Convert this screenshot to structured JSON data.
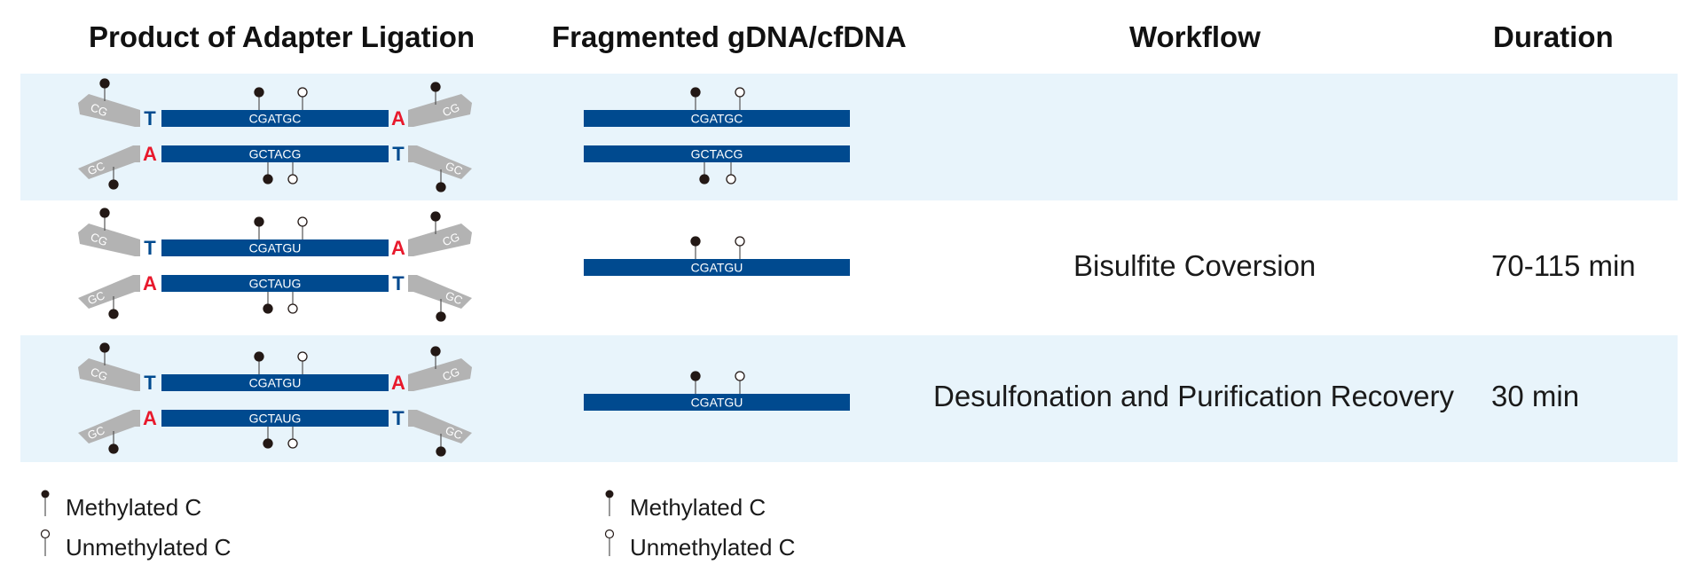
{
  "headers": {
    "product": "Product of Adapter Ligation",
    "fragmented": "Fragmented gDNA/cfDNA",
    "workflow": "Workflow",
    "duration": "Duration"
  },
  "rows": [
    {
      "workflow": "",
      "duration": "",
      "product": {
        "top_seq": "CGATGC",
        "bottom_seq": "GCTACG",
        "top_left_base": "T",
        "top_right_base": "A",
        "bottom_left_base": "A",
        "bottom_right_base": "T",
        "top_left_adapter": "CG",
        "top_right_adapter": "CG",
        "bottom_left_adapter": "GC",
        "bottom_right_adapter": "GC"
      },
      "fragment": {
        "strands": [
          "CGATGC",
          "GCTACG"
        ]
      }
    },
    {
      "workflow": "Bisulfite Coversion",
      "duration": "70-115 min",
      "product": {
        "top_seq": "CGATGU",
        "bottom_seq": "GCTAUG",
        "top_left_base": "T",
        "top_right_base": "A",
        "bottom_left_base": "A",
        "bottom_right_base": "T",
        "top_left_adapter": "CG",
        "top_right_adapter": "CG",
        "bottom_left_adapter": "GC",
        "bottom_right_adapter": "GC"
      },
      "fragment": {
        "strands": [
          "CGATGU"
        ]
      }
    },
    {
      "workflow": "Desulfonation and Purification Recovery",
      "duration": "30 min",
      "product": {
        "top_seq": "CGATGU",
        "bottom_seq": "GCTAUG",
        "top_left_base": "T",
        "top_right_base": "A",
        "bottom_left_base": "A",
        "bottom_right_base": "T",
        "top_left_adapter": "CG",
        "top_right_adapter": "CG",
        "bottom_left_adapter": "GC",
        "bottom_right_adapter": "GC"
      },
      "fragment": {
        "strands": [
          "CGATGU"
        ]
      }
    }
  ],
  "legend": {
    "methylated": "Methylated C",
    "unmethylated": "Unmethylated C"
  },
  "colors": {
    "strand": "#004a8f",
    "adapter": "#b3b3b3",
    "red_base": "#e8192c",
    "blue_base": "#004a8f",
    "band": "#e8f4fb",
    "methyl": "#231815"
  }
}
